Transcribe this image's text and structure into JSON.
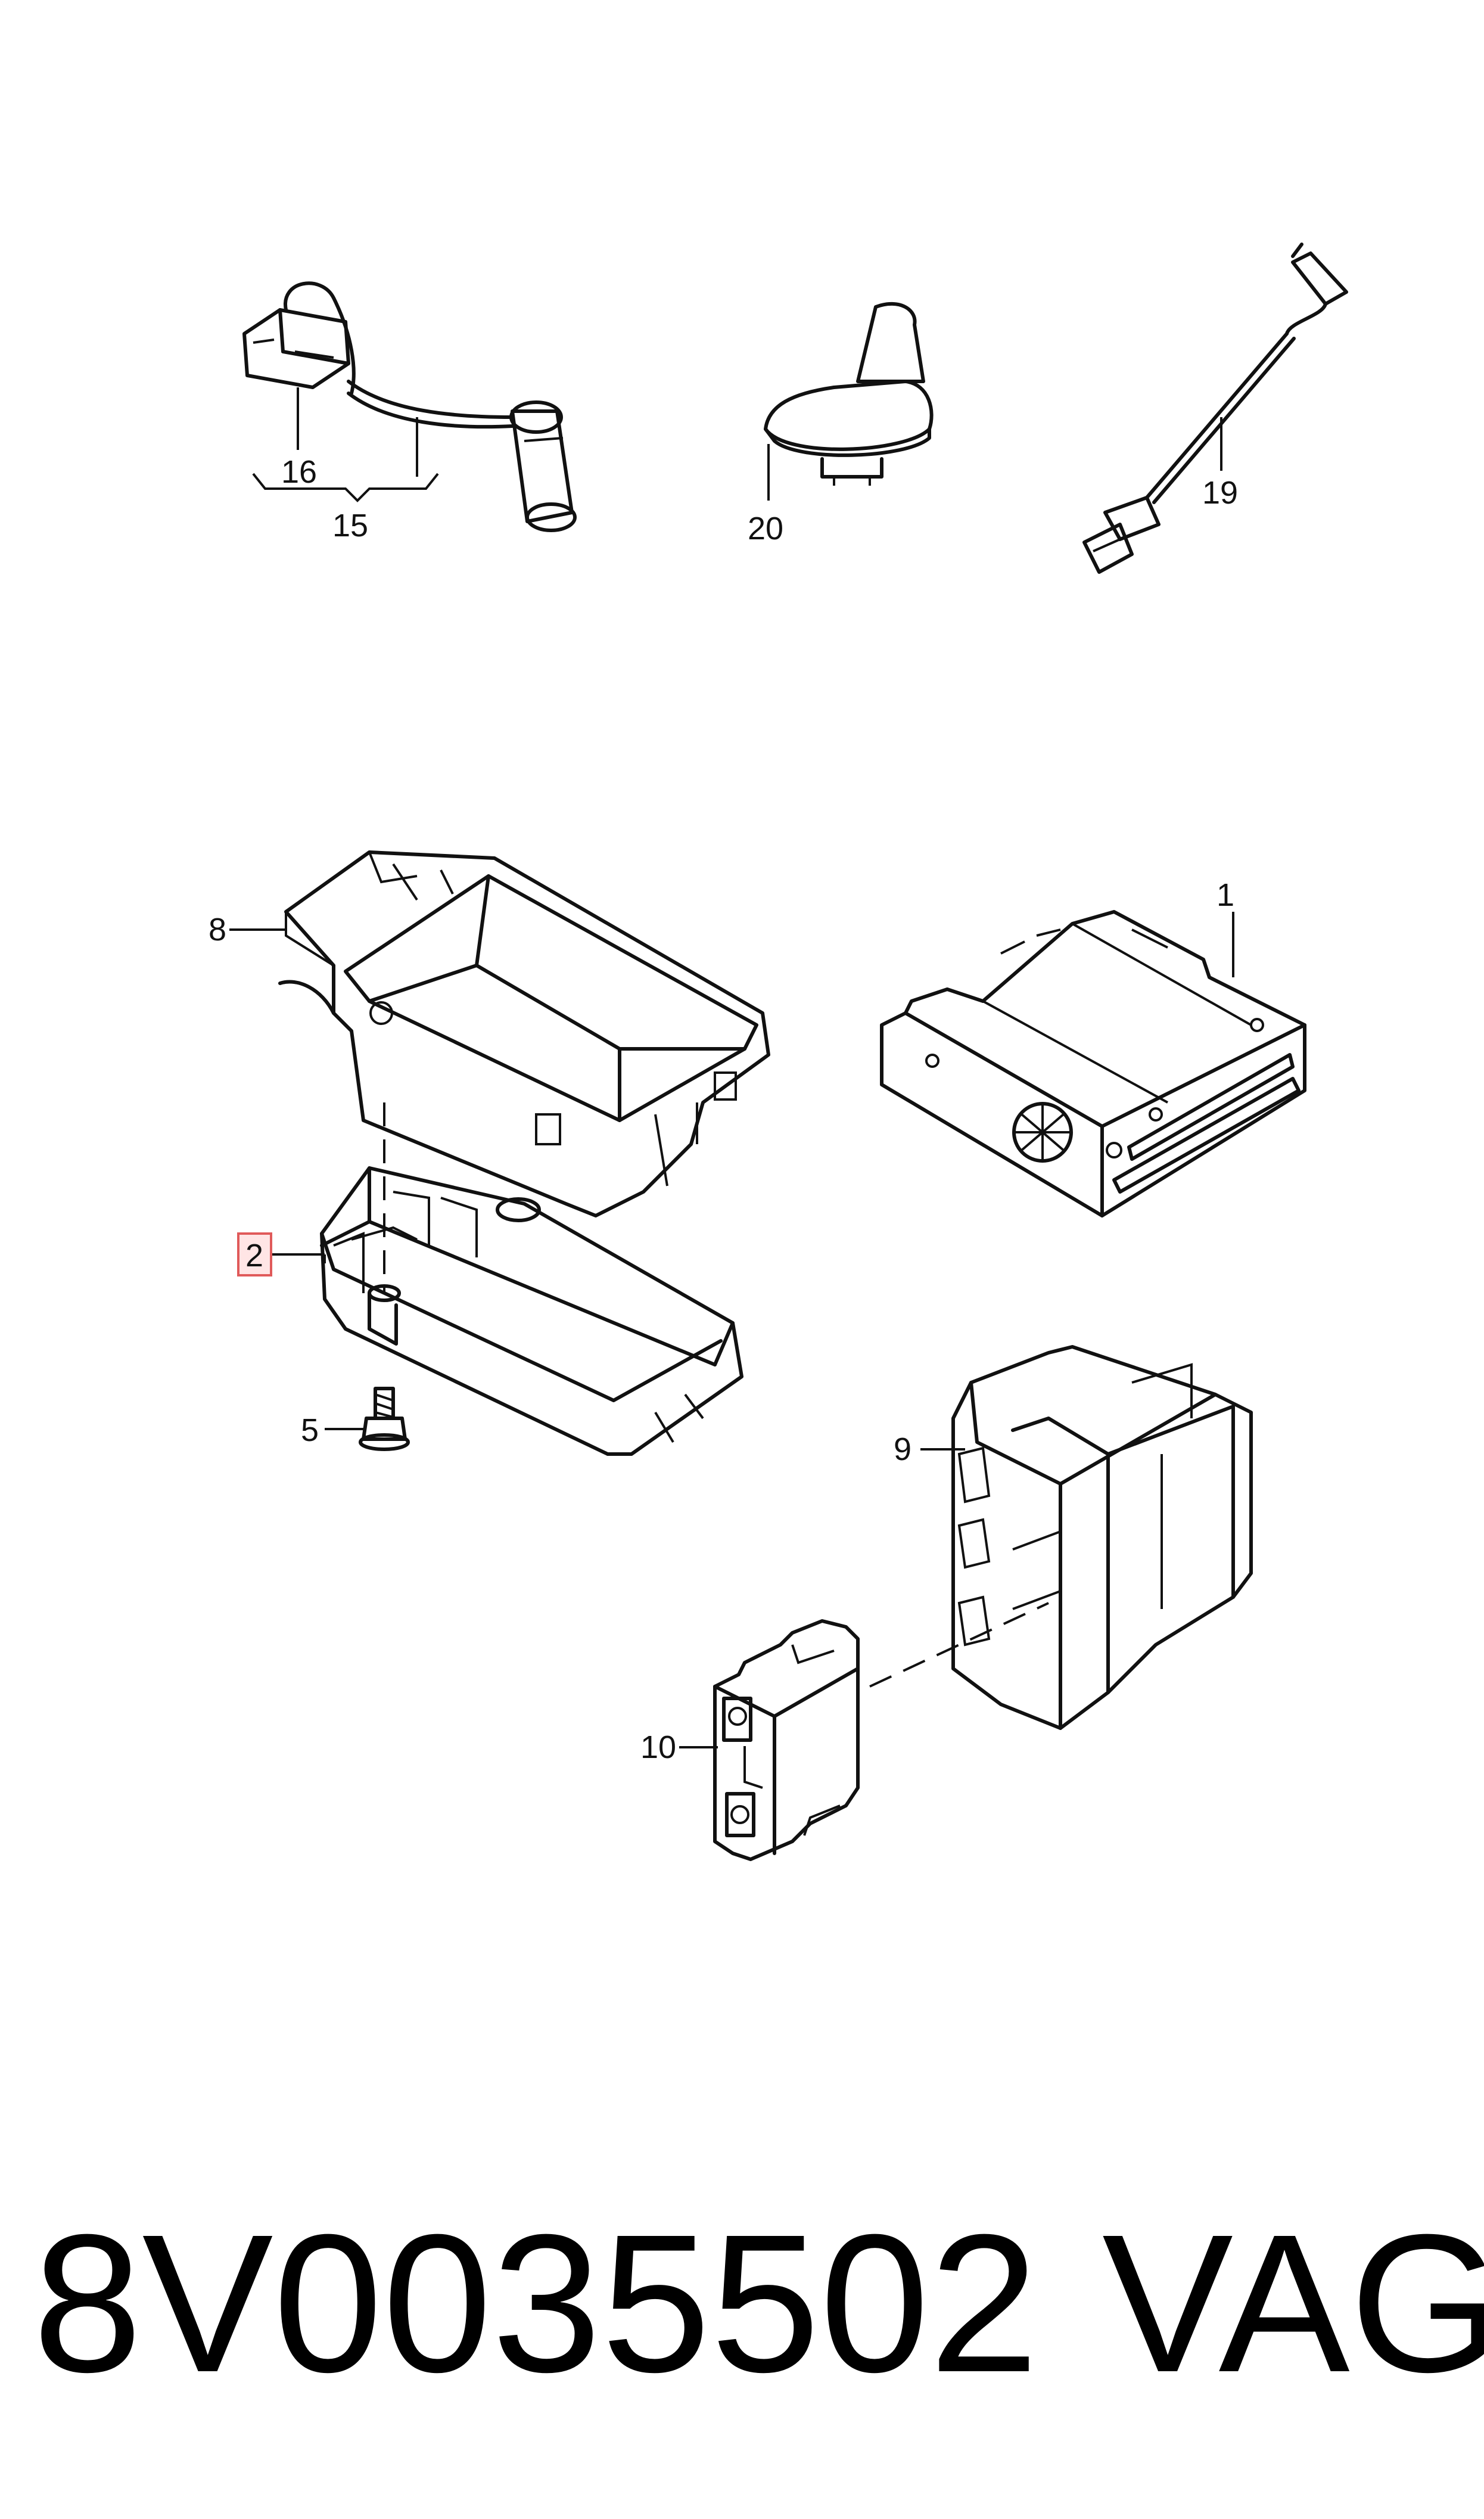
{
  "callouts": {
    "c1": "1",
    "c2": "2",
    "c5": "5",
    "c8": "8",
    "c9": "9",
    "c10": "10",
    "c15": "15",
    "c16": "16",
    "c19": "19",
    "c20": "20"
  },
  "highlight": {
    "callout": "2",
    "color": "#e05a5a"
  },
  "footer": {
    "part_number": "8V0035502",
    "brand": "VAG"
  }
}
